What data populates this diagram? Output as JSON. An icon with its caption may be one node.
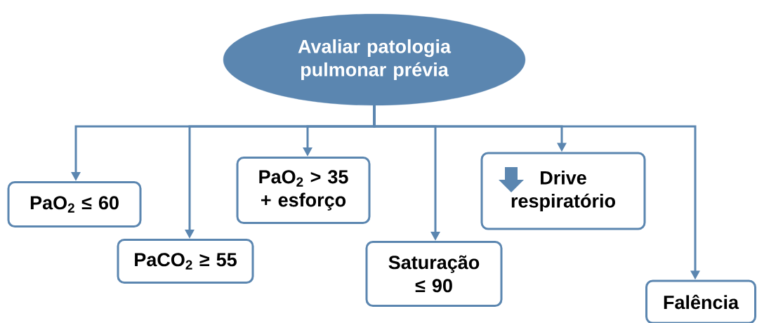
{
  "diagram": {
    "nodes": [
      {
        "text": [
          "Avaliar patologia pulmonar prévia"
        ]
      },
      {
        "text": [
          "PaO$_{2}$ ≤ 60"
        ]
      },
      {
        "text": [
          "PaCO$_{2}$ ≥ 55"
        ]
      },
      {
        "text": [
          "PaO$_{2}$ > 35 + esforço"
        ]
      },
      {
        "text": [
          "Saturação ≤ 90"
        ]
      },
      {
        "text": [
          "Drive respiratório"
        ]
      },
      {
        "text": [
          "Falência"
        ]
      }
    ],
    "edges": [
      {
        "from": 0,
        "to": 1,
        "arrow": "to"
      },
      {
        "from": 0,
        "to": 2,
        "arrow": "to"
      },
      {
        "from": 0,
        "to": 3,
        "arrow": "to"
      },
      {
        "from": 0,
        "to": 4,
        "arrow": "to"
      },
      {
        "from": 0,
        "to": 5,
        "arrow": "to"
      },
      {
        "from": 0,
        "to": 6,
        "arrow": "to"
      }
    ]
  }
}
